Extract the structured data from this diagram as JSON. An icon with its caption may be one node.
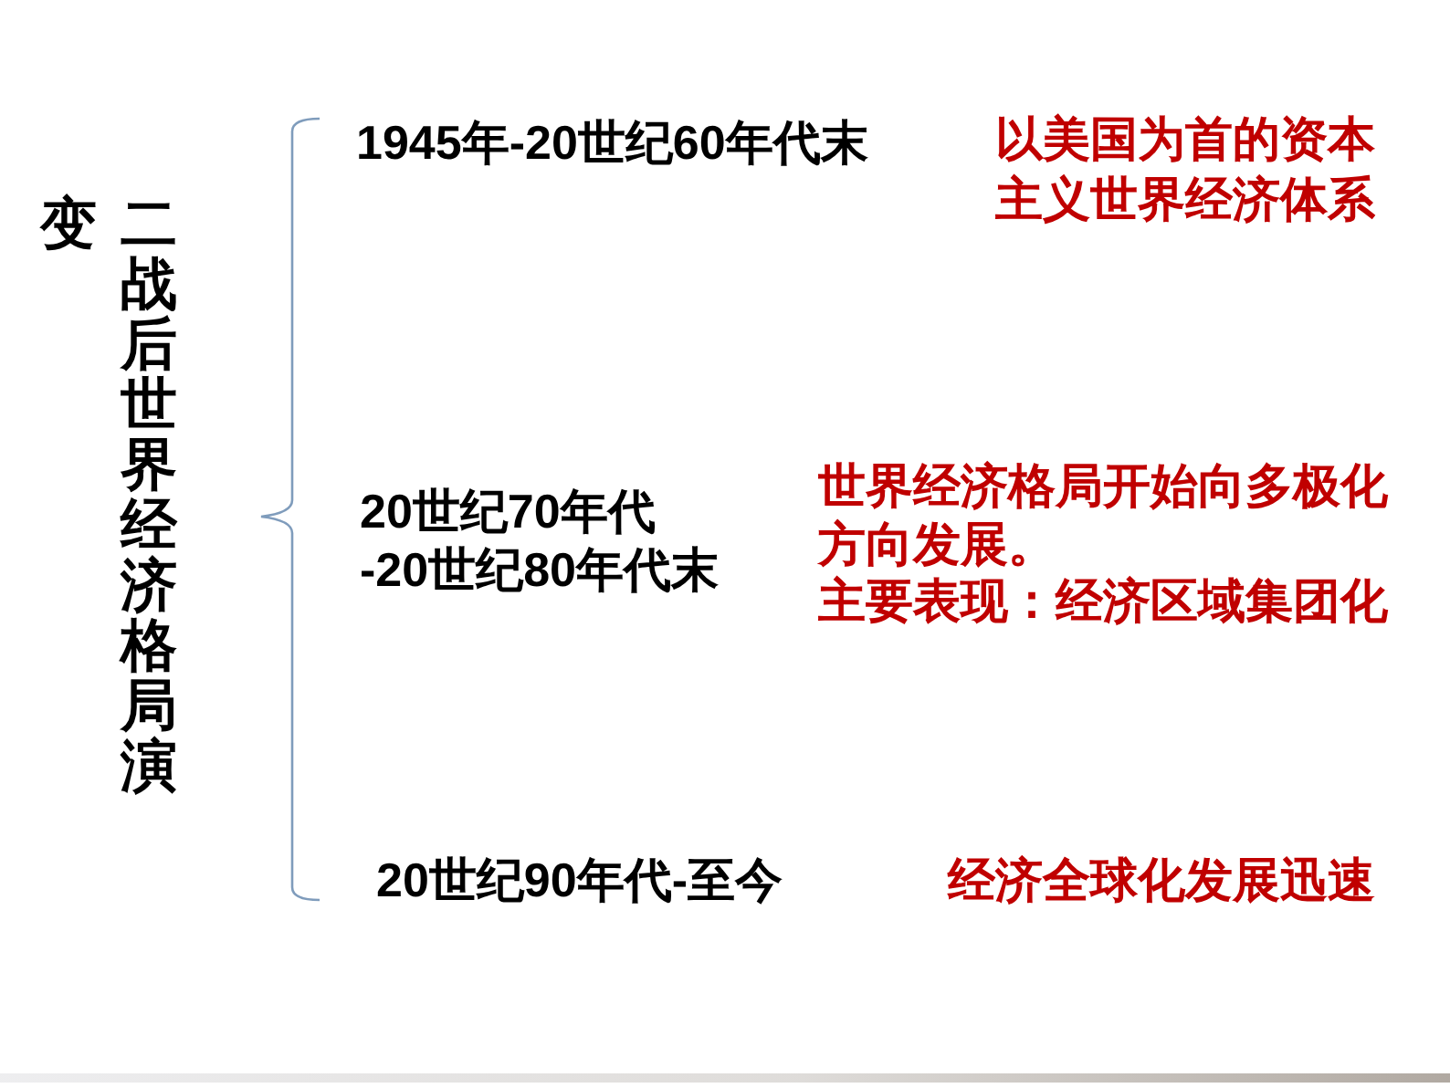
{
  "diagram": {
    "title": "二战后世界经济格局演变",
    "labels": [
      "1945年-20世纪60年代末",
      "以美国为首的资本主义世界经济体系",
      "20世纪70年代-20世纪80年代末",
      "世界经济格局开始向多极化方向发展。",
      "主要表现：经济区域集团化",
      "20世纪90年代-至今",
      "经济全球化发展迅速"
    ]
  }
}
